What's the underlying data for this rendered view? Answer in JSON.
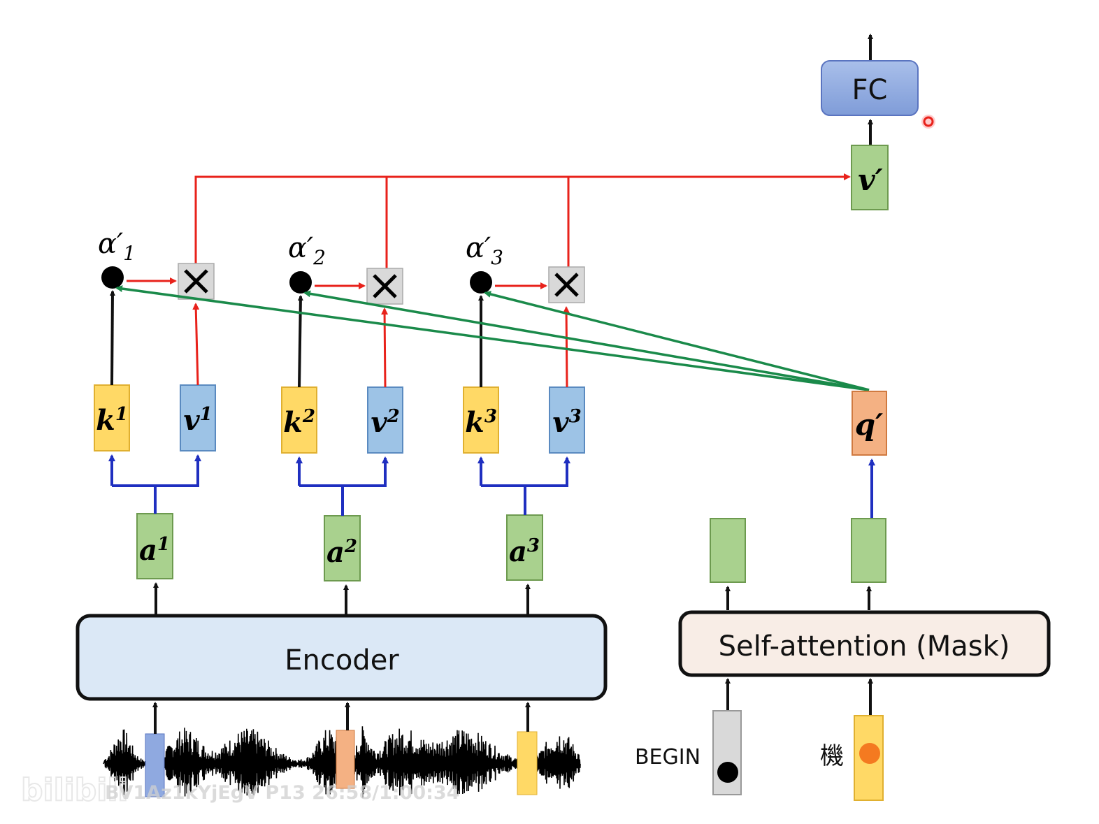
{
  "fc": {
    "label": "FC"
  },
  "output": {
    "v_prime": "v′"
  },
  "attention_weights": [
    {
      "base": "α′",
      "sub": "1"
    },
    {
      "base": "α′",
      "sub": "2"
    },
    {
      "base": "α′",
      "sub": "3"
    }
  ],
  "multiply_symbol": "✕",
  "keys": [
    {
      "base": "k",
      "sup": "1"
    },
    {
      "base": "k",
      "sup": "2"
    },
    {
      "base": "k",
      "sup": "3"
    }
  ],
  "values": [
    {
      "base": "v",
      "sup": "1"
    },
    {
      "base": "v",
      "sup": "2"
    },
    {
      "base": "v",
      "sup": "3"
    }
  ],
  "encoder_outputs": [
    {
      "base": "a",
      "sup": "1"
    },
    {
      "base": "a",
      "sup": "2"
    },
    {
      "base": "a",
      "sup": "3"
    }
  ],
  "query": {
    "label": "q′"
  },
  "encoder": {
    "label": "Encoder"
  },
  "decoder": {
    "label": "Self-attention (Mask)"
  },
  "decoder_inputs": [
    {
      "label": "BEGIN"
    },
    {
      "label": "機"
    }
  ],
  "watermark": {
    "logo": "bilibili",
    "text": "BV1Az1kYjEgV P13 26:58/1:00:34"
  },
  "colors": {
    "key": "#ffd966",
    "value": "#9dc3e6",
    "query": "#f4b183",
    "vector": "#a9d18e",
    "fc": "#8faadc",
    "encoder": "#dbe8f6",
    "decoder": "#f8ede6",
    "red_arrow": "#e8221b",
    "green_arrow": "#1a8a4a",
    "blue_arrow": "#1f2fc0"
  }
}
